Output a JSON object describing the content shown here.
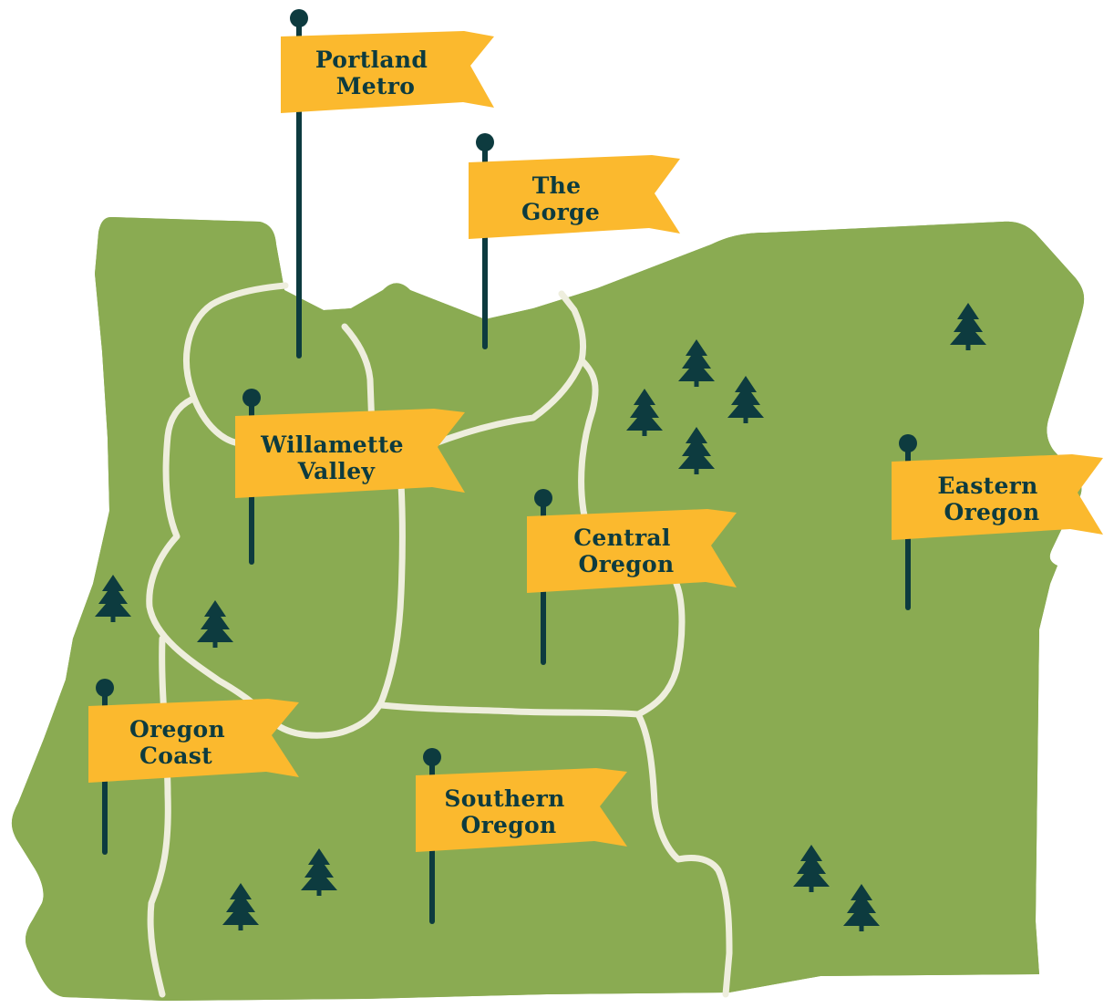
{
  "colors": {
    "land": "#8aab52",
    "land_speckle": "#a9c47a",
    "road": "#eeeedd",
    "pole": "#0d3b3f",
    "flag": "#fbb92e",
    "flag_text": "#0d3b3f",
    "tree": "#0d3b3f"
  },
  "regions": [
    {
      "id": "portland-metro",
      "line1": "Portland",
      "line2": "Metro"
    },
    {
      "id": "the-gorge",
      "line1": "The",
      "line2": "Gorge"
    },
    {
      "id": "willamette-valley",
      "line1": "Willamette",
      "line2": "Valley"
    },
    {
      "id": "central-oregon",
      "line1": "Central",
      "line2": "Oregon"
    },
    {
      "id": "eastern-oregon",
      "line1": "Eastern",
      "line2": "Oregon"
    },
    {
      "id": "oregon-coast",
      "line1": "Oregon",
      "line2": "Coast"
    },
    {
      "id": "southern-oregon",
      "line1": "Southern",
      "line2": "Oregon"
    }
  ],
  "icons": {
    "tree": "pine-tree-icon",
    "pin": "map-pin-icon",
    "flag": "flag-icon"
  }
}
